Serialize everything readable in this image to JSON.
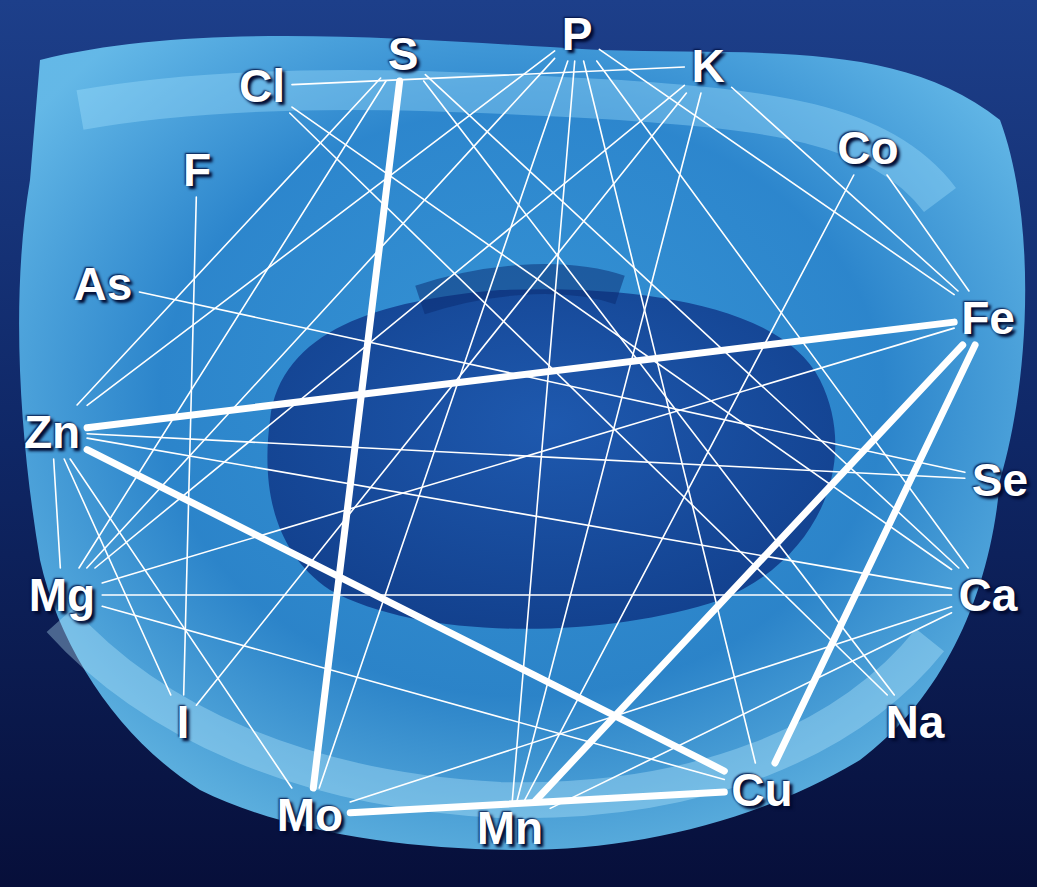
{
  "diagram": {
    "nodes": [
      {
        "text": [
          "P"
        ]
      },
      {
        "text": [
          "S"
        ]
      },
      {
        "text": [
          "K"
        ]
      },
      {
        "text": [
          "Cl"
        ]
      },
      {
        "text": [
          "Co"
        ]
      },
      {
        "text": [
          "F"
        ]
      },
      {
        "text": [
          "As"
        ]
      },
      {
        "text": [
          "Fe"
        ]
      },
      {
        "text": [
          "Zn"
        ]
      },
      {
        "text": [
          "Se"
        ]
      },
      {
        "text": [
          "Mg"
        ]
      },
      {
        "text": [
          "Ca"
        ]
      },
      {
        "text": [
          "I"
        ]
      },
      {
        "text": [
          "Na"
        ]
      },
      {
        "text": [
          "Mo"
        ]
      },
      {
        "text": [
          "Cu"
        ]
      },
      {
        "text": [
          "Mn"
        ]
      }
    ],
    "edges": [
      {
        "from": 1,
        "to": 14,
        "arrow": "none"
      },
      {
        "from": 14,
        "to": 15,
        "arrow": "none"
      },
      {
        "from": 8,
        "to": 15,
        "arrow": "none"
      },
      {
        "from": 8,
        "to": 7,
        "arrow": "none"
      },
      {
        "from": 7,
        "to": 15,
        "arrow": "none"
      },
      {
        "from": 7,
        "to": 16,
        "arrow": "none"
      },
      {
        "from": 0,
        "to": 8,
        "arrow": "none"
      },
      {
        "from": 0,
        "to": 10,
        "arrow": "none"
      },
      {
        "from": 0,
        "to": 7,
        "arrow": "none"
      },
      {
        "from": 0,
        "to": 15,
        "arrow": "none"
      },
      {
        "from": 0,
        "to": 16,
        "arrow": "none"
      },
      {
        "from": 0,
        "to": 14,
        "arrow": "none"
      },
      {
        "from": 0,
        "to": 11,
        "arrow": "none"
      },
      {
        "from": 1,
        "to": 8,
        "arrow": "none"
      },
      {
        "from": 1,
        "to": 10,
        "arrow": "none"
      },
      {
        "from": 1,
        "to": 11,
        "arrow": "none"
      },
      {
        "from": 1,
        "to": 13,
        "arrow": "none"
      },
      {
        "from": 2,
        "to": 3,
        "arrow": "none"
      },
      {
        "from": 2,
        "to": 7,
        "arrow": "none"
      },
      {
        "from": 2,
        "to": 16,
        "arrow": "none"
      },
      {
        "from": 2,
        "to": 10,
        "arrow": "none"
      },
      {
        "from": 3,
        "to": 13,
        "arrow": "none"
      },
      {
        "from": 3,
        "to": 11,
        "arrow": "none"
      },
      {
        "from": 4,
        "to": 7,
        "arrow": "none"
      },
      {
        "from": 4,
        "to": 16,
        "arrow": "none"
      },
      {
        "from": 5,
        "to": 12,
        "arrow": "none"
      },
      {
        "from": 6,
        "to": 9,
        "arrow": "none"
      },
      {
        "from": 8,
        "to": 11,
        "arrow": "none"
      },
      {
        "from": 8,
        "to": 9,
        "arrow": "none"
      },
      {
        "from": 8,
        "to": 14,
        "arrow": "none"
      },
      {
        "from": 8,
        "to": 10,
        "arrow": "none"
      },
      {
        "from": 8,
        "to": 12,
        "arrow": "none"
      },
      {
        "from": 10,
        "to": 11,
        "arrow": "none"
      },
      {
        "from": 10,
        "to": 7,
        "arrow": "none"
      },
      {
        "from": 10,
        "to": 15,
        "arrow": "none"
      },
      {
        "from": 12,
        "to": 2,
        "arrow": "none"
      },
      {
        "from": 14,
        "to": 11,
        "arrow": "none"
      },
      {
        "from": 16,
        "to": 11,
        "arrow": "none"
      }
    ]
  }
}
